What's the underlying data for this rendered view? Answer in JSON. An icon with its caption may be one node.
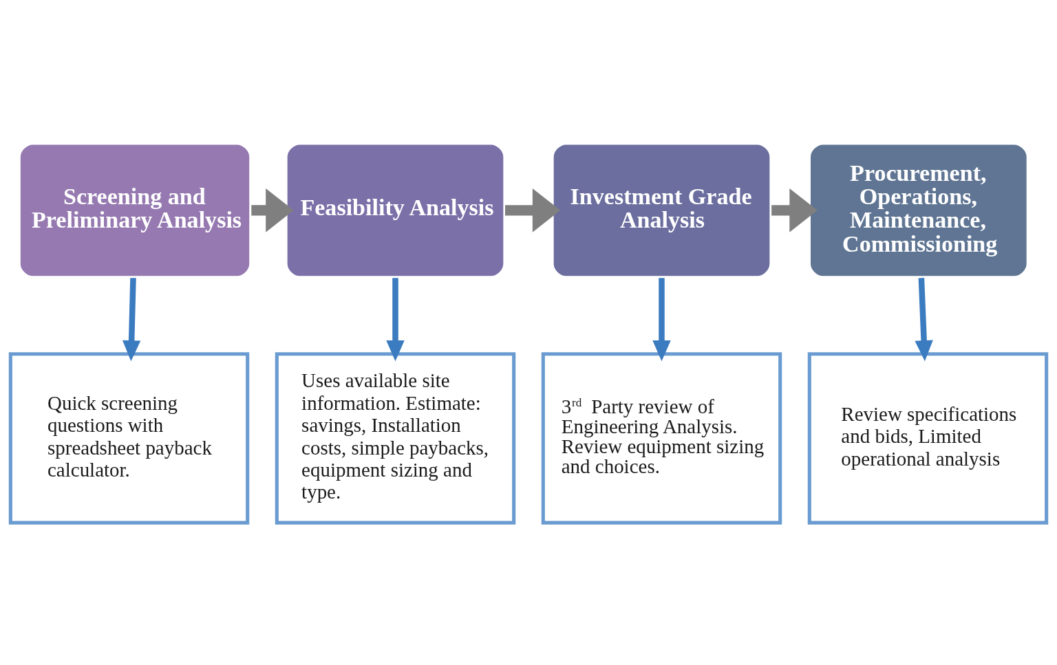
{
  "diagram": {
    "nodes": [
      {
        "text": [
          "Screening and Preliminary Analysis"
        ]
      },
      {
        "text": [
          "Feasibility Analysis"
        ]
      },
      {
        "text": [
          "Investment Grade Analysis"
        ]
      },
      {
        "text": [
          "Procurement, Operations, Maintenance, Commissioning"
        ]
      },
      {
        "text": [
          "Quick screening questions with spreadsheet payback calculator."
        ]
      },
      {
        "text": [
          "Uses available site information. Estimate: savings, Installation costs, simple paybacks, equipment sizing and type."
        ]
      },
      {
        "text": [
          "3$^{rd}$ Party review of Engineering Analysis. Review equipment sizing and choices."
        ]
      },
      {
        "text": [
          "Review specifications and bids, Limited operational analysis"
        ]
      }
    ],
    "edges": [
      {
        "from": 0,
        "to": 1,
        "arrow": "to",
        "style": "thick",
        "color": "#7f7f7f"
      },
      {
        "from": 1,
        "to": 2,
        "arrow": "to",
        "style": "thick",
        "color": "#7f7f7f"
      },
      {
        "from": 2,
        "to": 3,
        "arrow": "to",
        "style": "thick",
        "color": "#7f7f7f"
      },
      {
        "from": 0,
        "to": 4,
        "arrow": "to"
      },
      {
        "from": 1,
        "to": 5,
        "arrow": "to"
      },
      {
        "from": 2,
        "to": 6,
        "arrow": "to"
      },
      {
        "from": 3,
        "to": 7,
        "arrow": "to"
      }
    ]
  }
}
